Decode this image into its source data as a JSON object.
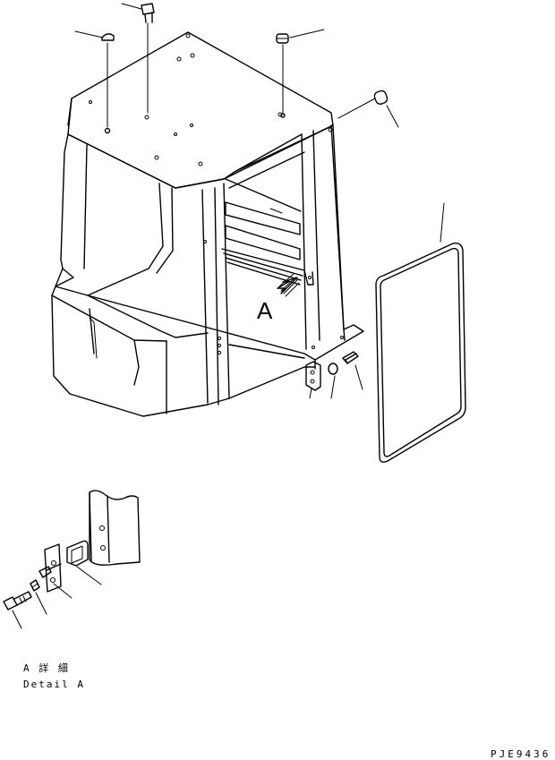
{
  "callout": {
    "letter": "A"
  },
  "caption": {
    "line1": "A 詳 細",
    "line2": "Detail A"
  },
  "drawing_code": "PJE9436"
}
